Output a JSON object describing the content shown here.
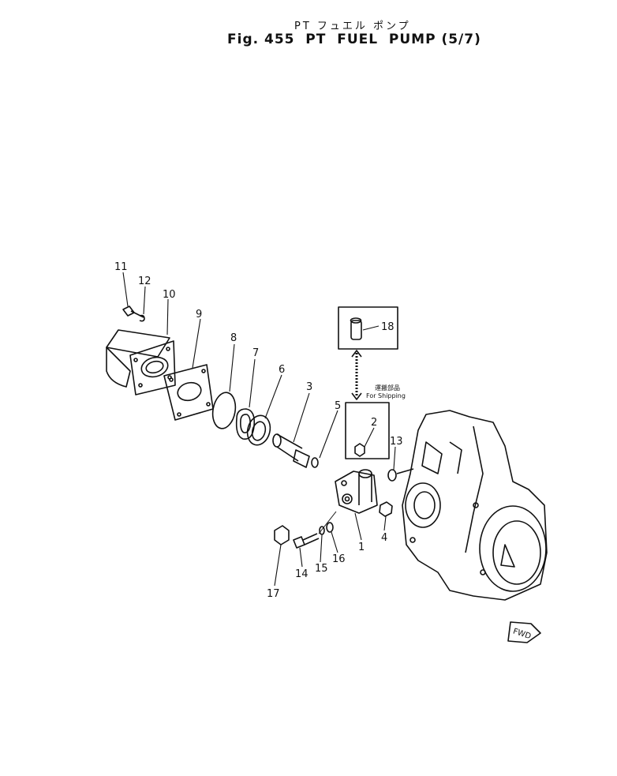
{
  "title": {
    "japanese": "PT フュエル ポンプ",
    "english": "Fig. 455  PT  FUEL  PUMP (5/7)"
  },
  "callouts": {
    "c1": "1",
    "c2": "2",
    "c3": "3",
    "c4": "4",
    "c5": "5",
    "c6": "6",
    "c7": "7",
    "c8": "8",
    "c9": "9",
    "c10": "10",
    "c11": "11",
    "c12": "12",
    "c13": "13",
    "c14": "14",
    "c15": "15",
    "c16": "16",
    "c17": "17",
    "c18": "18"
  },
  "shipping_note": {
    "japanese": "運搬部品",
    "english": "For Shipping"
  },
  "fwd_label": "FWD"
}
